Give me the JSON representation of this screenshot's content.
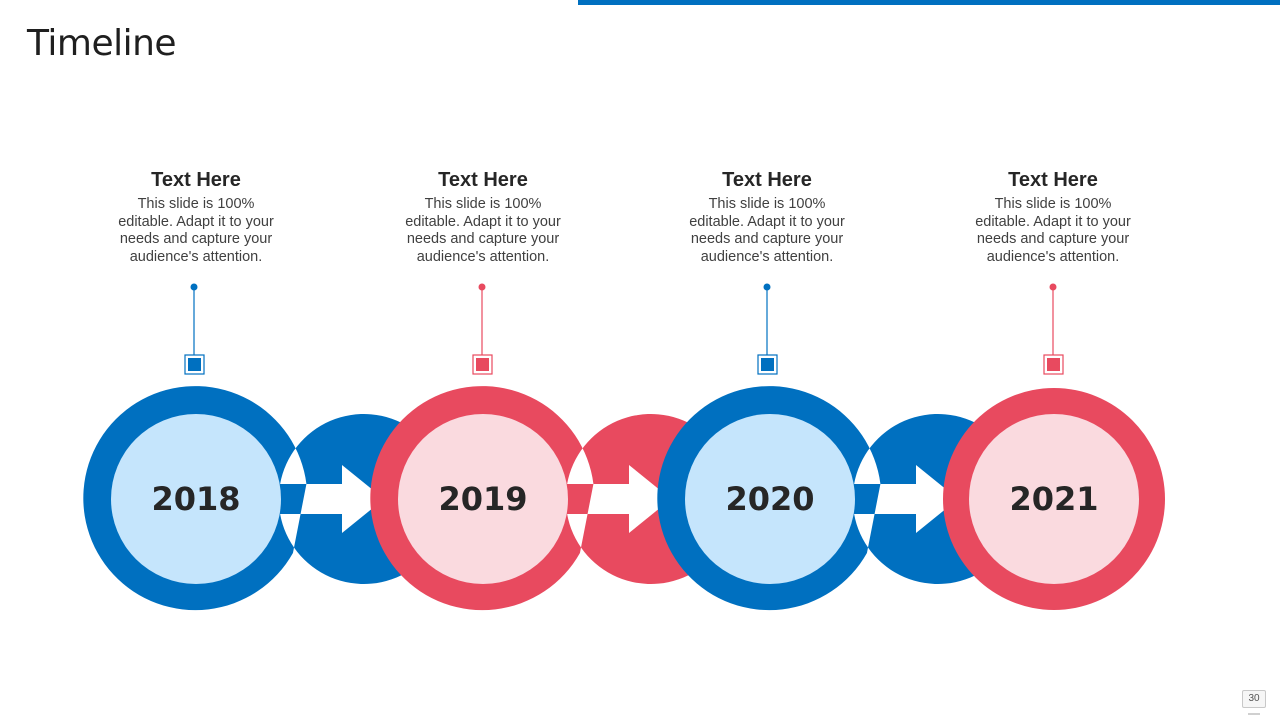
{
  "page": {
    "title": "Timeline",
    "page_number": "30"
  },
  "colors": {
    "blue": "#0070C0",
    "red": "#E84A5F",
    "light_blue": "#C5E5FC",
    "light_red": "#FADADF",
    "top_bar": "#0070C0"
  },
  "timeline": {
    "steps": [
      {
        "heading": "Text Here",
        "description": "This slide is 100% editable. Adapt it to your needs and capture your audience's attention.",
        "year": "2018",
        "theme": "blue"
      },
      {
        "heading": "Text Here",
        "description": "This slide is 100% editable. Adapt it to your needs and capture your audience's attention.",
        "year": "2019",
        "theme": "red"
      },
      {
        "heading": "Text Here",
        "description": "This slide is 100% editable. Adapt it to your needs and capture your audience's attention.",
        "year": "2020",
        "theme": "blue"
      },
      {
        "heading": "Text Here",
        "description": "This slide is 100% editable. Adapt it to your needs and capture your audience's attention.",
        "year": "2021",
        "theme": "red"
      }
    ]
  }
}
